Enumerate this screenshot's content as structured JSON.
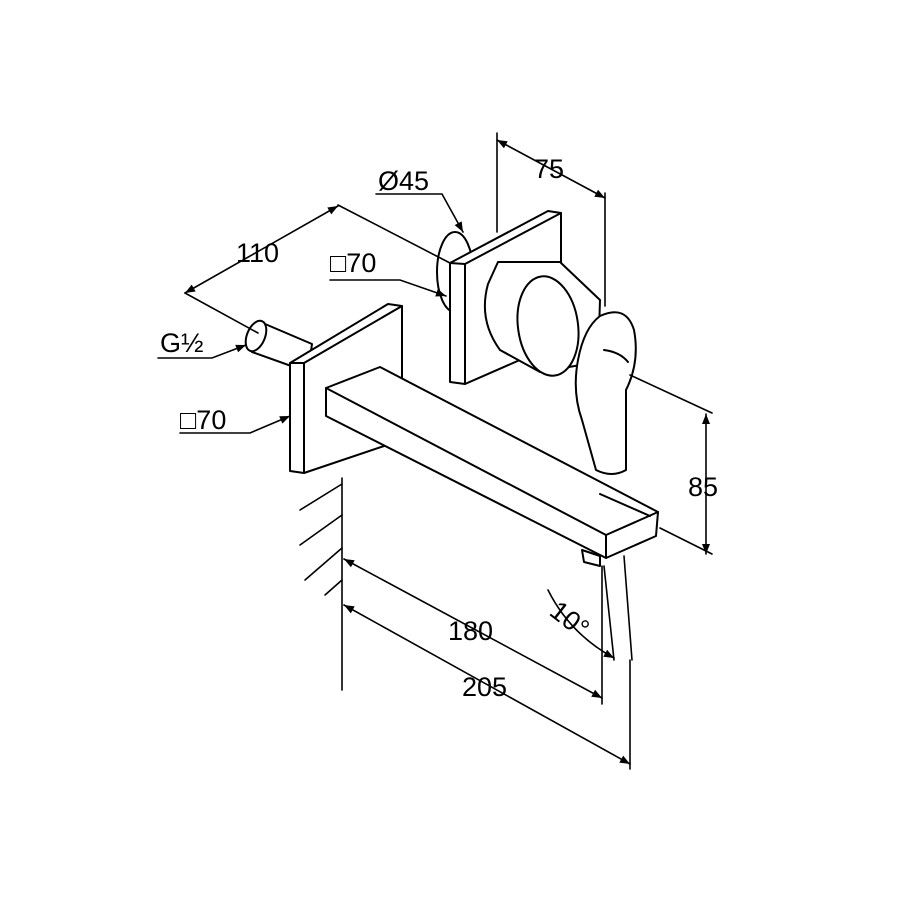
{
  "drawing": {
    "line_color": "#000000",
    "background": "#ffffff",
    "labels": {
      "dia_45": "Ø45",
      "dim_75": "75",
      "dim_110": "110",
      "sq_70_upper": "□70",
      "thread": "G½",
      "sq_70_lower": "□70",
      "dim_85": "85",
      "angle_10": "10°",
      "dim_180": "180",
      "dim_205": "205"
    }
  }
}
